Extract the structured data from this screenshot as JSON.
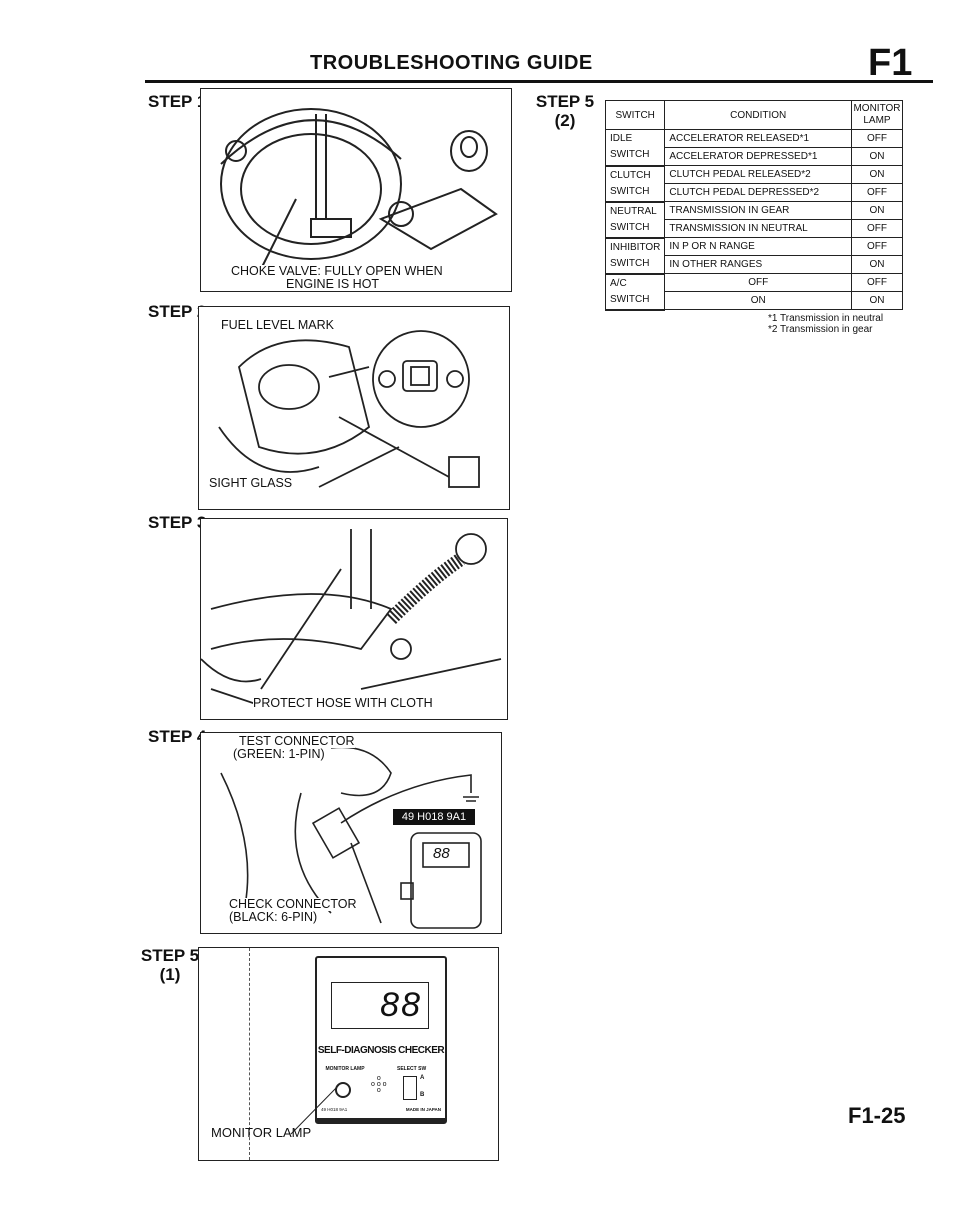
{
  "header": {
    "title": "TROUBLESHOOTING GUIDE",
    "section": "F1"
  },
  "steps": [
    {
      "label": "STEP 1",
      "caption": [
        "CHOKE VALVE: FULLY OPEN WHEN",
        "ENGINE IS HOT"
      ]
    },
    {
      "label": "STEP 2",
      "captions": [
        "FUEL LEVEL MARK",
        "SIGHT GLASS"
      ]
    },
    {
      "label": "STEP 3",
      "caption": "PROTECT HOSE WITH CLOTH"
    },
    {
      "label": "STEP 4",
      "captions": [
        "TEST CONNECTOR",
        "(GREEN: 1-PIN)",
        "CHECK CONNECTOR",
        "(BLACK: 6-PIN)"
      ],
      "tool_label": "49 H018 9A1",
      "display": "88"
    },
    {
      "label": "STEP 5",
      "sub": "(1)",
      "caption": "MONITOR LAMP",
      "checker": {
        "display": "88",
        "title": "SELF-DIAGNOSIS CHECKER",
        "lamp_label": "MONITOR LAMP",
        "select_label": "SELECT SW",
        "select_a": "A",
        "select_b": "B",
        "part_no": "49 H018 9A1",
        "made_in": "MADE IN JAPAN"
      }
    }
  ],
  "step5_2": {
    "label": "STEP 5",
    "sub": "(2)",
    "headers": [
      "SWITCH",
      "CONDITION",
      "MONITOR LAMP"
    ],
    "groups": [
      {
        "switch": "IDLE SWITCH",
        "rows": [
          [
            "ACCELERATOR RELEASED*1",
            "OFF"
          ],
          [
            "ACCELERATOR DEPRESSED*1",
            "ON"
          ]
        ]
      },
      {
        "switch": "CLUTCH SWITCH",
        "rows": [
          [
            "CLUTCH PEDAL RELEASED*2",
            "ON"
          ],
          [
            "CLUTCH PEDAL DEPRESSED*2",
            "OFF"
          ]
        ]
      },
      {
        "switch": "NEUTRAL SWITCH",
        "rows": [
          [
            "TRANSMISSION IN GEAR",
            "ON"
          ],
          [
            "TRANSMISSION IN NEUTRAL",
            "OFF"
          ]
        ]
      },
      {
        "switch": "INHIBITOR SWITCH",
        "rows": [
          [
            "IN P OR N RANGE",
            "OFF"
          ],
          [
            "IN OTHER RANGES",
            "ON"
          ]
        ]
      },
      {
        "switch": "A/C SWITCH",
        "rows": [
          [
            "OFF",
            "OFF"
          ],
          [
            "ON",
            "ON"
          ]
        ]
      }
    ],
    "footnotes": [
      "*1 Transmission in neutral",
      "*2 Transmission in gear"
    ]
  },
  "page_number": "F1-25"
}
